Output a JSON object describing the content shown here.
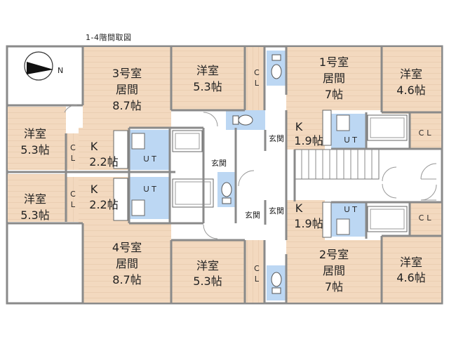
{
  "caption": "1-4階間取図",
  "compass": {
    "label": "N"
  },
  "colors": {
    "wall": "#8a8a8a",
    "floor": "#f3d9bf",
    "floor_line": "#e2c3a6",
    "wet": "#bcd7f3",
    "fixture": "#ffffff",
    "corridor": "#ffffff"
  },
  "labels": {
    "r3_main_name": "3号室",
    "r3_main_type": "居間",
    "r3_main_size": "8.7帖",
    "r3_yoshitsu_name": "洋室",
    "r3_yoshitsu_size": "5.3帖",
    "r3_west_name": "洋室",
    "r3_west_size": "5.3帖",
    "r3_k": "K",
    "r3_k_size": "2.2帖",
    "r3_ut": "ＵＴ",
    "r3_cl_a": "Ｃ\nＬ",
    "r3_cl_b": "Ｃ\nＬ",
    "r3_genkan": "玄関",
    "r1_main_name": "1号室",
    "r1_main_type": "居間",
    "r1_main_size": "7帖",
    "r1_yoshitsu_name": "洋室",
    "r1_yoshitsu_size": "4.6帖",
    "r1_k": "K",
    "r1_k_size": "1.9帖",
    "r1_ut": "ＵＴ",
    "r1_cl": "ＣＬ",
    "r1_genkan": "玄関",
    "r4_main_name": "4号室",
    "r4_main_type": "居間",
    "r4_main_size": "8.7帖",
    "r4_yoshitsu_name": "洋室",
    "r4_yoshitsu_size": "5.3帖",
    "r4_west_name": "洋室",
    "r4_west_size": "5.3帖",
    "r4_k": "K",
    "r4_k_size": "2.2帖",
    "r4_ut": "ＵＴ",
    "r4_cl_a": "Ｃ\nＬ",
    "r4_cl_b": "Ｃ\nＬ",
    "r4_genkan": "玄関",
    "r2_main_name": "2号室",
    "r2_main_type": "居間",
    "r2_main_size": "7帖",
    "r2_yoshitsu_name": "洋室",
    "r2_yoshitsu_size": "4.6帖",
    "r2_k": "K",
    "r2_k_size": "1.9帖",
    "r2_ut": "ＵＴ",
    "r2_cl": "ＣＬ",
    "r2_genkan": "玄関"
  }
}
